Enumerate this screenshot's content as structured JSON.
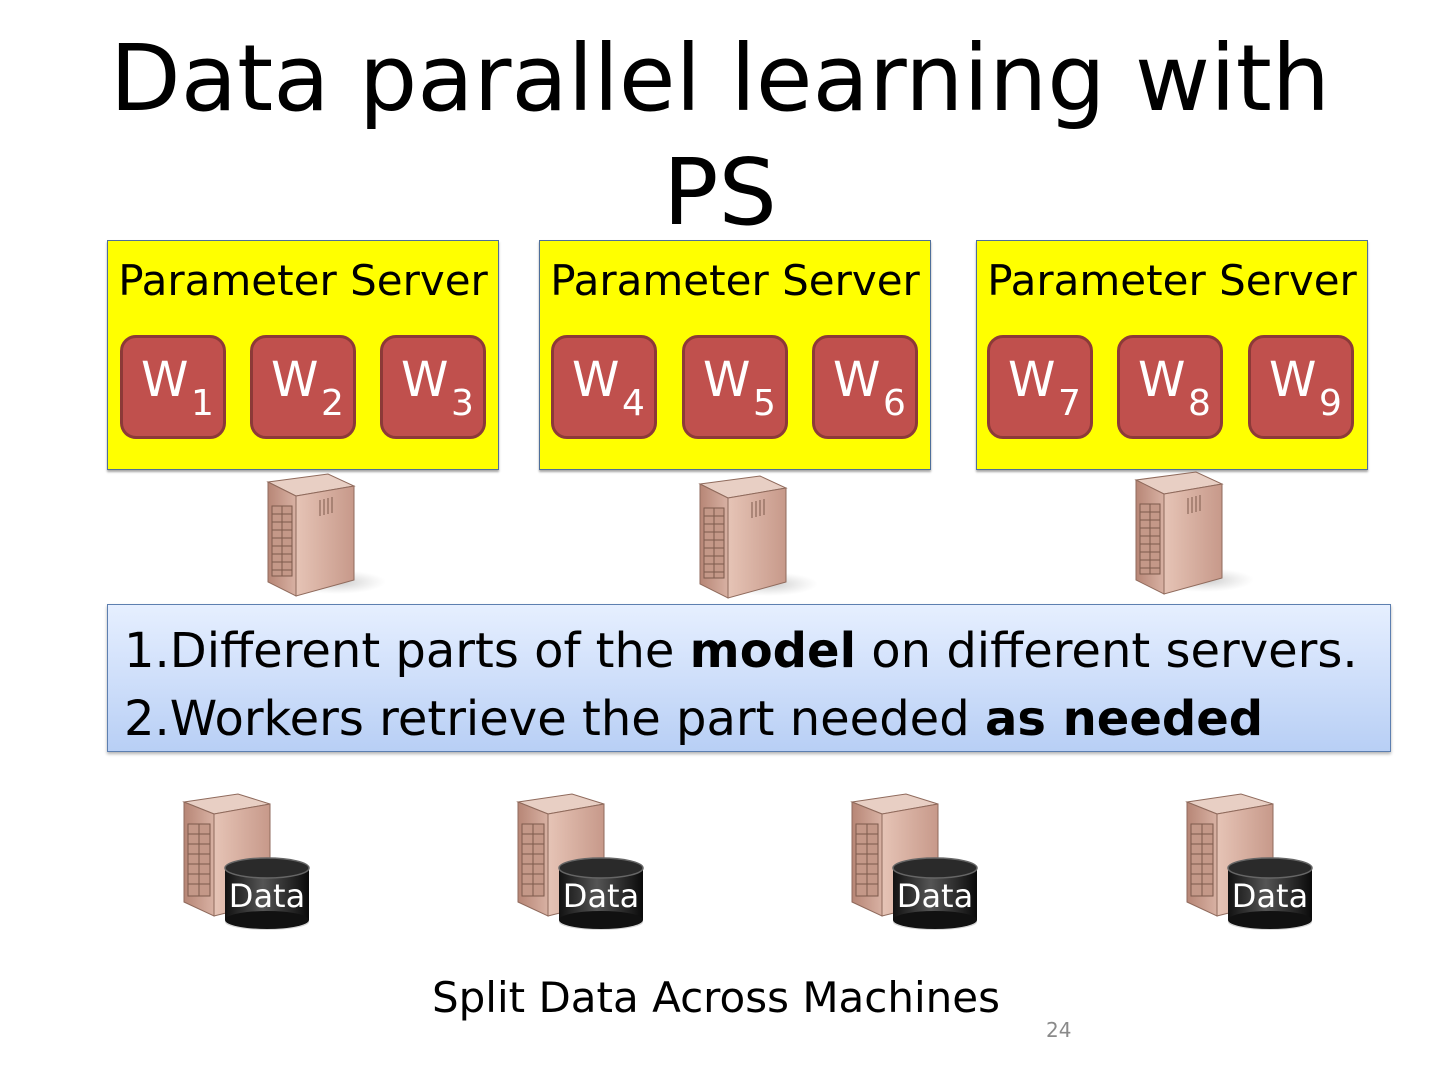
{
  "slide": {
    "title_line1": "Data parallel learning with",
    "title_line2": "PS",
    "caption": "Split Data Across Machines",
    "page_number": "24"
  },
  "parameter_servers": [
    {
      "label": "Parameter Server",
      "workers": [
        {
          "w": "W",
          "sub": "1"
        },
        {
          "w": "W",
          "sub": "2"
        },
        {
          "w": "W",
          "sub": "3"
        }
      ]
    },
    {
      "label": "Parameter Server",
      "workers": [
        {
          "w": "W",
          "sub": "4"
        },
        {
          "w": "W",
          "sub": "5"
        },
        {
          "w": "W",
          "sub": "6"
        }
      ]
    },
    {
      "label": "Parameter Server",
      "workers": [
        {
          "w": "W",
          "sub": "7"
        },
        {
          "w": "W",
          "sub": "8"
        },
        {
          "w": "W",
          "sub": "9"
        }
      ]
    }
  ],
  "info": {
    "line1_pre": "1.Different parts of the ",
    "line1_bold": "model",
    "line1_post": " on different servers.",
    "line2_pre": "2.Workers retrieve the part needed ",
    "line2_bold": "as needed"
  },
  "data_machines": [
    {
      "label": "Data"
    },
    {
      "label": "Data"
    },
    {
      "label": "Data"
    },
    {
      "label": "Data"
    }
  ],
  "colors": {
    "ps_fill": "#ffff00",
    "worker_fill": "#c0504d",
    "info_fill_top": "#e6efff",
    "info_fill_bottom": "#b8cff5"
  }
}
